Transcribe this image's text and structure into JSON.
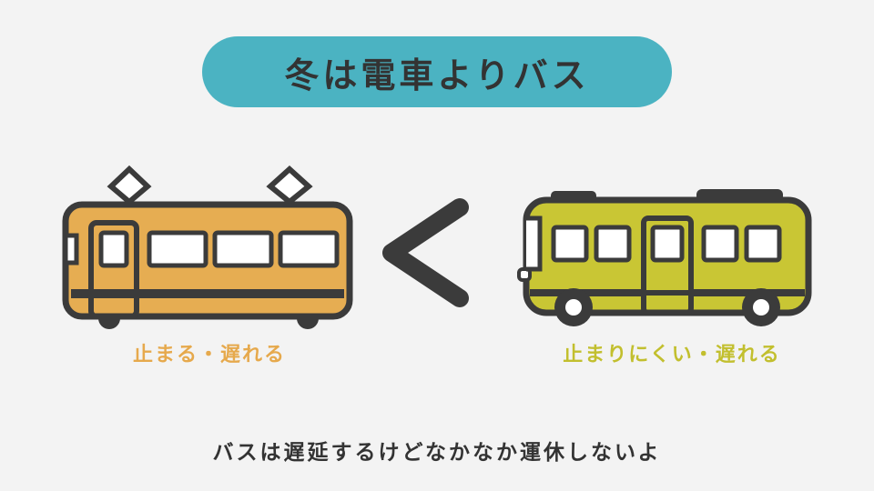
{
  "title": "冬は電車よりバス",
  "comparison": {
    "symbol": "<",
    "left": {
      "icon": "train-icon",
      "caption": "止まる・遅れる"
    },
    "right": {
      "icon": "bus-icon",
      "caption": "止まりにくい・遅れる"
    }
  },
  "footer": "バスは遅延するけどなかなか運休しないよ",
  "colors": {
    "background": "#f3f3f3",
    "title_pill": "#4bb3c2",
    "outline": "#3b3b3b",
    "train_body": "#e6ad52",
    "train_caption": "#e6a94c",
    "bus_body": "#c9c634",
    "bus_caption": "#c2bf2e",
    "window": "#ffffff",
    "text_dark": "#333333"
  }
}
